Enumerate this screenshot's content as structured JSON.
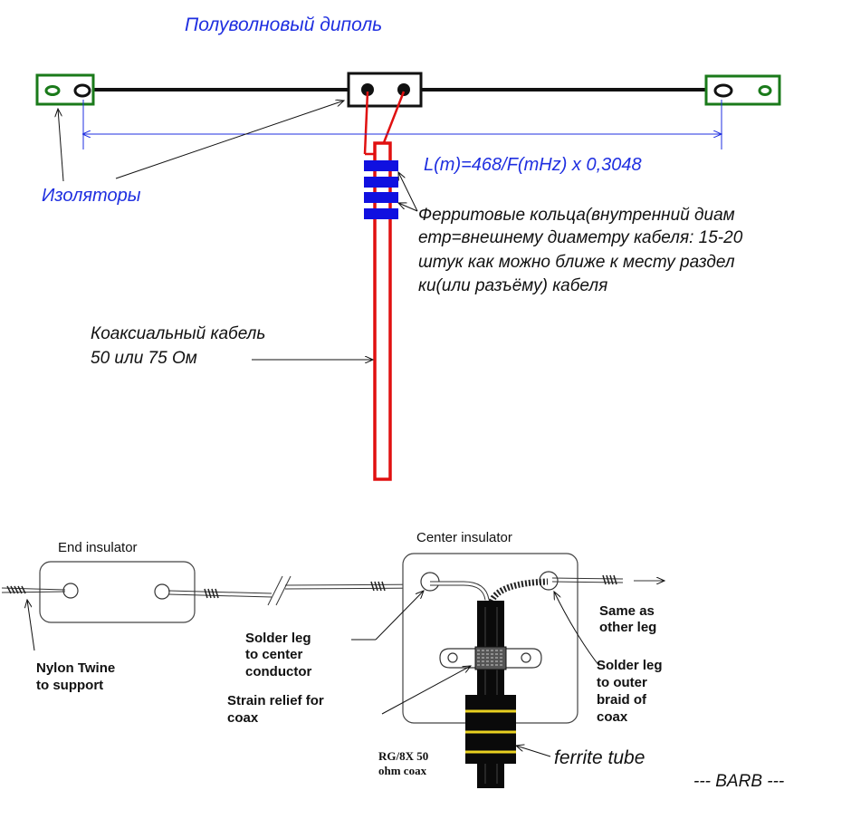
{
  "colors": {
    "blue_text": "#1f2fe0",
    "insulator_green": "#1a7a1a",
    "coax_red": "#e01010",
    "ferrite_blue": "#1010e0",
    "ferrite_yellow": "#e8d020"
  },
  "upper": {
    "title": "Полуволновый диполь",
    "formula": "L(m)=468/F(mHz) x 0,3048",
    "insulators_label": "Изоляторы",
    "ferrite_note": [
      "Ферритовые кольца(внутренний диам",
      "етр=внешнему диаметру кабеля: 15-20",
      "штук как можно ближе к месту раздел",
      "ки(или разъёму) кабеля"
    ],
    "coax_label": [
      "Коаксиальный кабель",
      "50 или 75 Ом"
    ]
  },
  "lower": {
    "end_insulator": "End insulator",
    "center_insulator": "Center insulator",
    "same_as_other_leg": [
      "Same as",
      "other leg"
    ],
    "solder_center": [
      "Solder leg",
      "to center",
      "conductor"
    ],
    "nylon_twine": [
      "Nylon Twine",
      "to support"
    ],
    "strain_relief": [
      "Strain relief for",
      "coax"
    ],
    "solder_outer": [
      "Solder leg",
      "to outer",
      "braid of",
      "coax"
    ],
    "coax_type": [
      "RG/8X 50",
      "ohm coax"
    ],
    "ferrite_tube": "ferrite tube",
    "signature": "--- BARB ---"
  }
}
